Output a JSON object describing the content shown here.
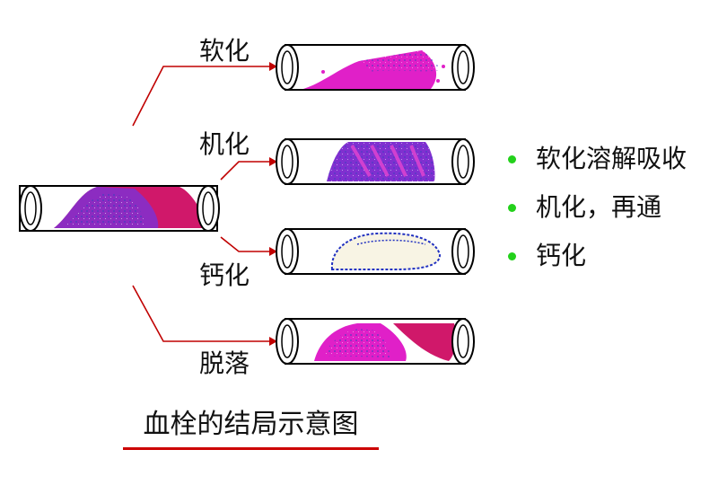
{
  "branches": [
    {
      "label": "软化"
    },
    {
      "label": "机化"
    },
    {
      "label": "钙化"
    },
    {
      "label": "脱落"
    }
  ],
  "outcomes": [
    "软化溶解吸收",
    "机化，再通",
    "钙化"
  ],
  "caption": "血栓的结局示意图",
  "colors": {
    "arrow": "#c00000",
    "bullet": "#23d11b",
    "thrombus_magenta": "#e020c8",
    "thrombus_crimson": "#d0186a",
    "thrombus_purple": "#8030d0",
    "calcified_fill": "#f8f4e4",
    "calcified_outline": "#2030c0",
    "underline": "#cc0000"
  },
  "icons": [
    "bullet-dot",
    "arrow-head"
  ]
}
